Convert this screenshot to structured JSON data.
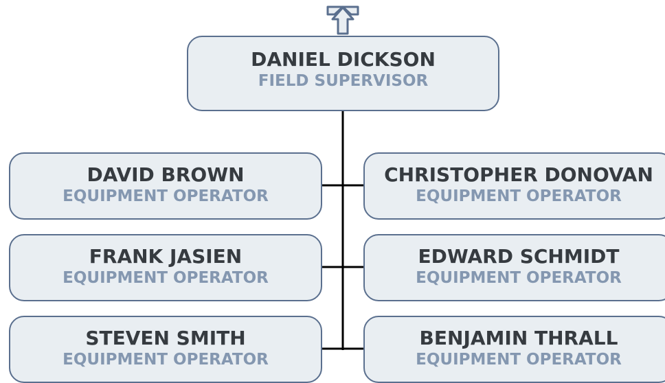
{
  "supervisor": {
    "name": "DANIEL DICKSON",
    "title": "FIELD SUPERVISOR"
  },
  "reports": [
    {
      "name": "DAVID BROWN",
      "title": "EQUIPMENT OPERATOR"
    },
    {
      "name": "CHRISTOPHER DONOVAN",
      "title": "EQUIPMENT OPERATOR"
    },
    {
      "name": "FRANK JASIEN",
      "title": "EQUIPMENT OPERATOR"
    },
    {
      "name": "EDWARD SCHMIDT",
      "title": "EQUIPMENT OPERATOR"
    },
    {
      "name": "STEVEN SMITH",
      "title": "EQUIPMENT OPERATOR"
    },
    {
      "name": "BENJAMIN THRALL",
      "title": "EQUIPMENT OPERATOR"
    }
  ],
  "icons": {
    "navigate_up": "navigate-up-arrow-icon"
  },
  "colors": {
    "node_fill": "#e9eef2",
    "node_border": "#5a6f8e",
    "name_text": "#363b40",
    "title_text": "#8497b0",
    "connector": "#000000"
  }
}
